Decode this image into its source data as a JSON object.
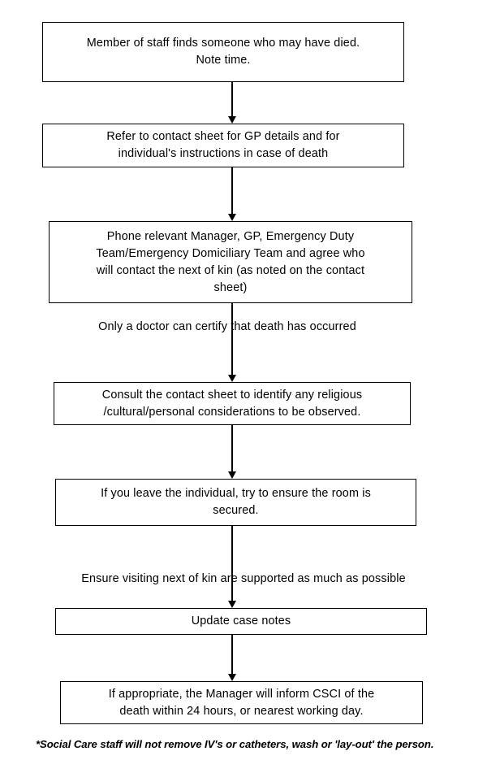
{
  "document": {
    "title": "Procedure flowchart for the death of an individual",
    "background_color": "#ffffff",
    "line_color": "#000000",
    "text_color": "#000000"
  },
  "flowchart": {
    "type": "vertical-process-flow",
    "nodes": [
      {
        "id": "node-1",
        "shape": "rectangle",
        "text": "Member of staff finds someone who may  have died.\nNote time."
      },
      {
        "id": "node-2",
        "shape": "rectangle",
        "text": "Refer to contact sheet for GP details and for\nindividual's  instructions in case of death"
      },
      {
        "id": "node-3",
        "shape": "rectangle",
        "text": "Phone relevant Manager, GP, Emergency Duty\nTeam/Emergency  Domiciliary  Team and agree who\nwill contact the next of kin (as noted on the contact\nsheet)"
      },
      {
        "id": "node-4",
        "shape": "rectangle",
        "text": "Consult the contact sheet to identify any religious\n/cultural/personal  considerations to be observed."
      },
      {
        "id": "node-5",
        "shape": "rectangle",
        "text": "If you leave the individual, try to ensure the room is\nsecured."
      },
      {
        "id": "node-6",
        "shape": "rectangle",
        "text": "Update case notes"
      },
      {
        "id": "node-7",
        "shape": "rectangle",
        "text": "If appropriate, the Manager will inform CSCI of the\ndeath within 24 hours, or nearest working day."
      }
    ],
    "annotations": [
      {
        "id": "annotation-1",
        "text": "Only a doctor can certify that death has occurred"
      },
      {
        "id": "annotation-2",
        "text": "Ensure visiting next of kin are supported as much as possible"
      }
    ],
    "footnote": {
      "id": "footnote",
      "text": "*Social Care staff will not remove IV's or catheters, wash or 'lay-out' the person."
    },
    "connectors": [
      {
        "id": "connector-1-2",
        "from": "node-1",
        "to": "node-2",
        "style": "arrow-down"
      },
      {
        "id": "connector-2-3",
        "from": "node-2",
        "to": "node-3",
        "style": "arrow-down"
      },
      {
        "id": "connector-3-4",
        "from": "node-3",
        "to": "node-4",
        "style": "arrow-down"
      },
      {
        "id": "connector-4-5",
        "from": "node-4",
        "to": "node-5",
        "style": "arrow-down"
      },
      {
        "id": "connector-5-6",
        "from": "node-5",
        "to": "node-6",
        "style": "arrow-down"
      },
      {
        "id": "connector-6-7",
        "from": "node-6",
        "to": "node-7",
        "style": "arrow-down"
      }
    ]
  }
}
